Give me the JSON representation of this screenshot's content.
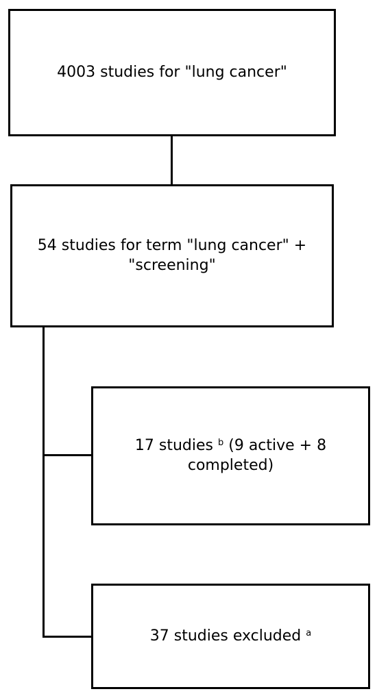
{
  "boxes": {
    "top": {
      "text": "4003 studies for \"lung cancer\""
    },
    "second": {
      "text": "54 studies for term \"lung cancer\" + \"screening\""
    },
    "included": {
      "pre": "17 studies",
      "sup": "b",
      "post": " (9 active + 8 completed)"
    },
    "excluded": {
      "pre": "37 studies excluded",
      "sup": "a"
    }
  }
}
